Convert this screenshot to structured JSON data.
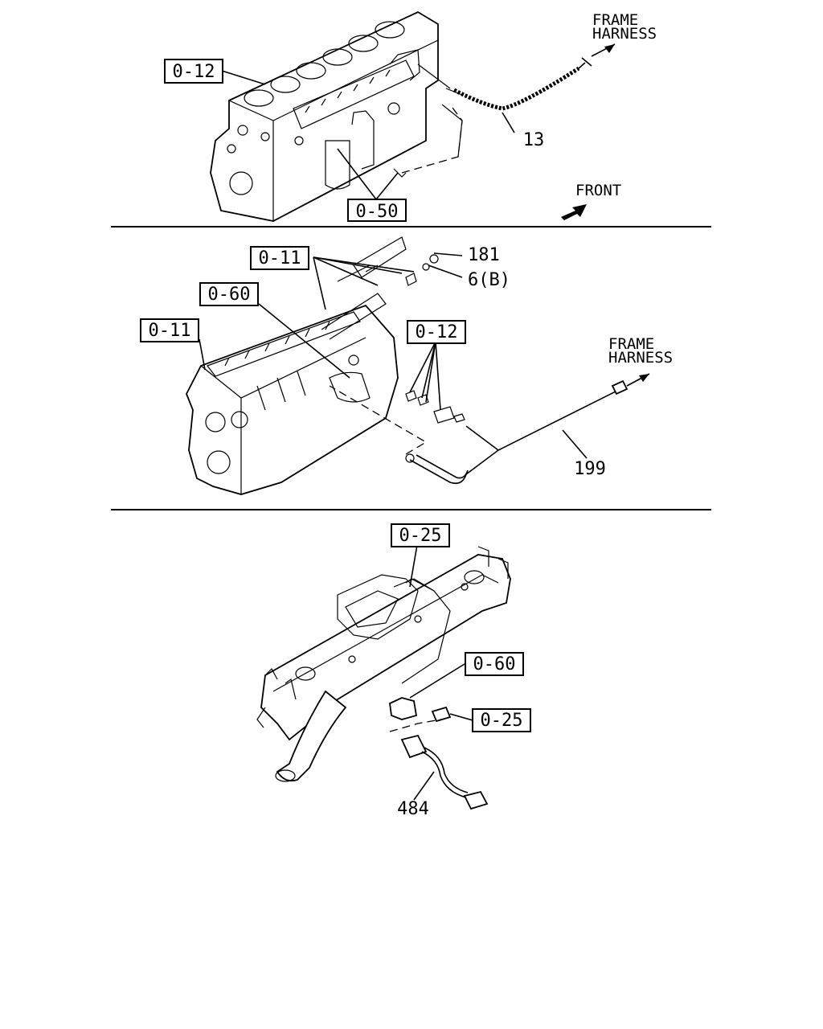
{
  "panel1": {
    "callout_0_12": "0-12",
    "callout_0_50": "0-50",
    "part_13": "13",
    "frame_line1": "FRAME",
    "frame_line2": "HARNESS",
    "front": "FRONT"
  },
  "panel2": {
    "callout_0_11_top": "0-11",
    "callout_0_60": "0-60",
    "callout_0_11_left": "0-11",
    "callout_0_12": "0-12",
    "part_181": "181",
    "part_6b": "6(B)",
    "part_199": "199",
    "frame_line1": "FRAME",
    "frame_line2": "HARNESS"
  },
  "panel3": {
    "callout_0_25_top": "0-25",
    "callout_0_60": "0-60",
    "callout_0_25_right": "0-25",
    "part_484": "484"
  }
}
